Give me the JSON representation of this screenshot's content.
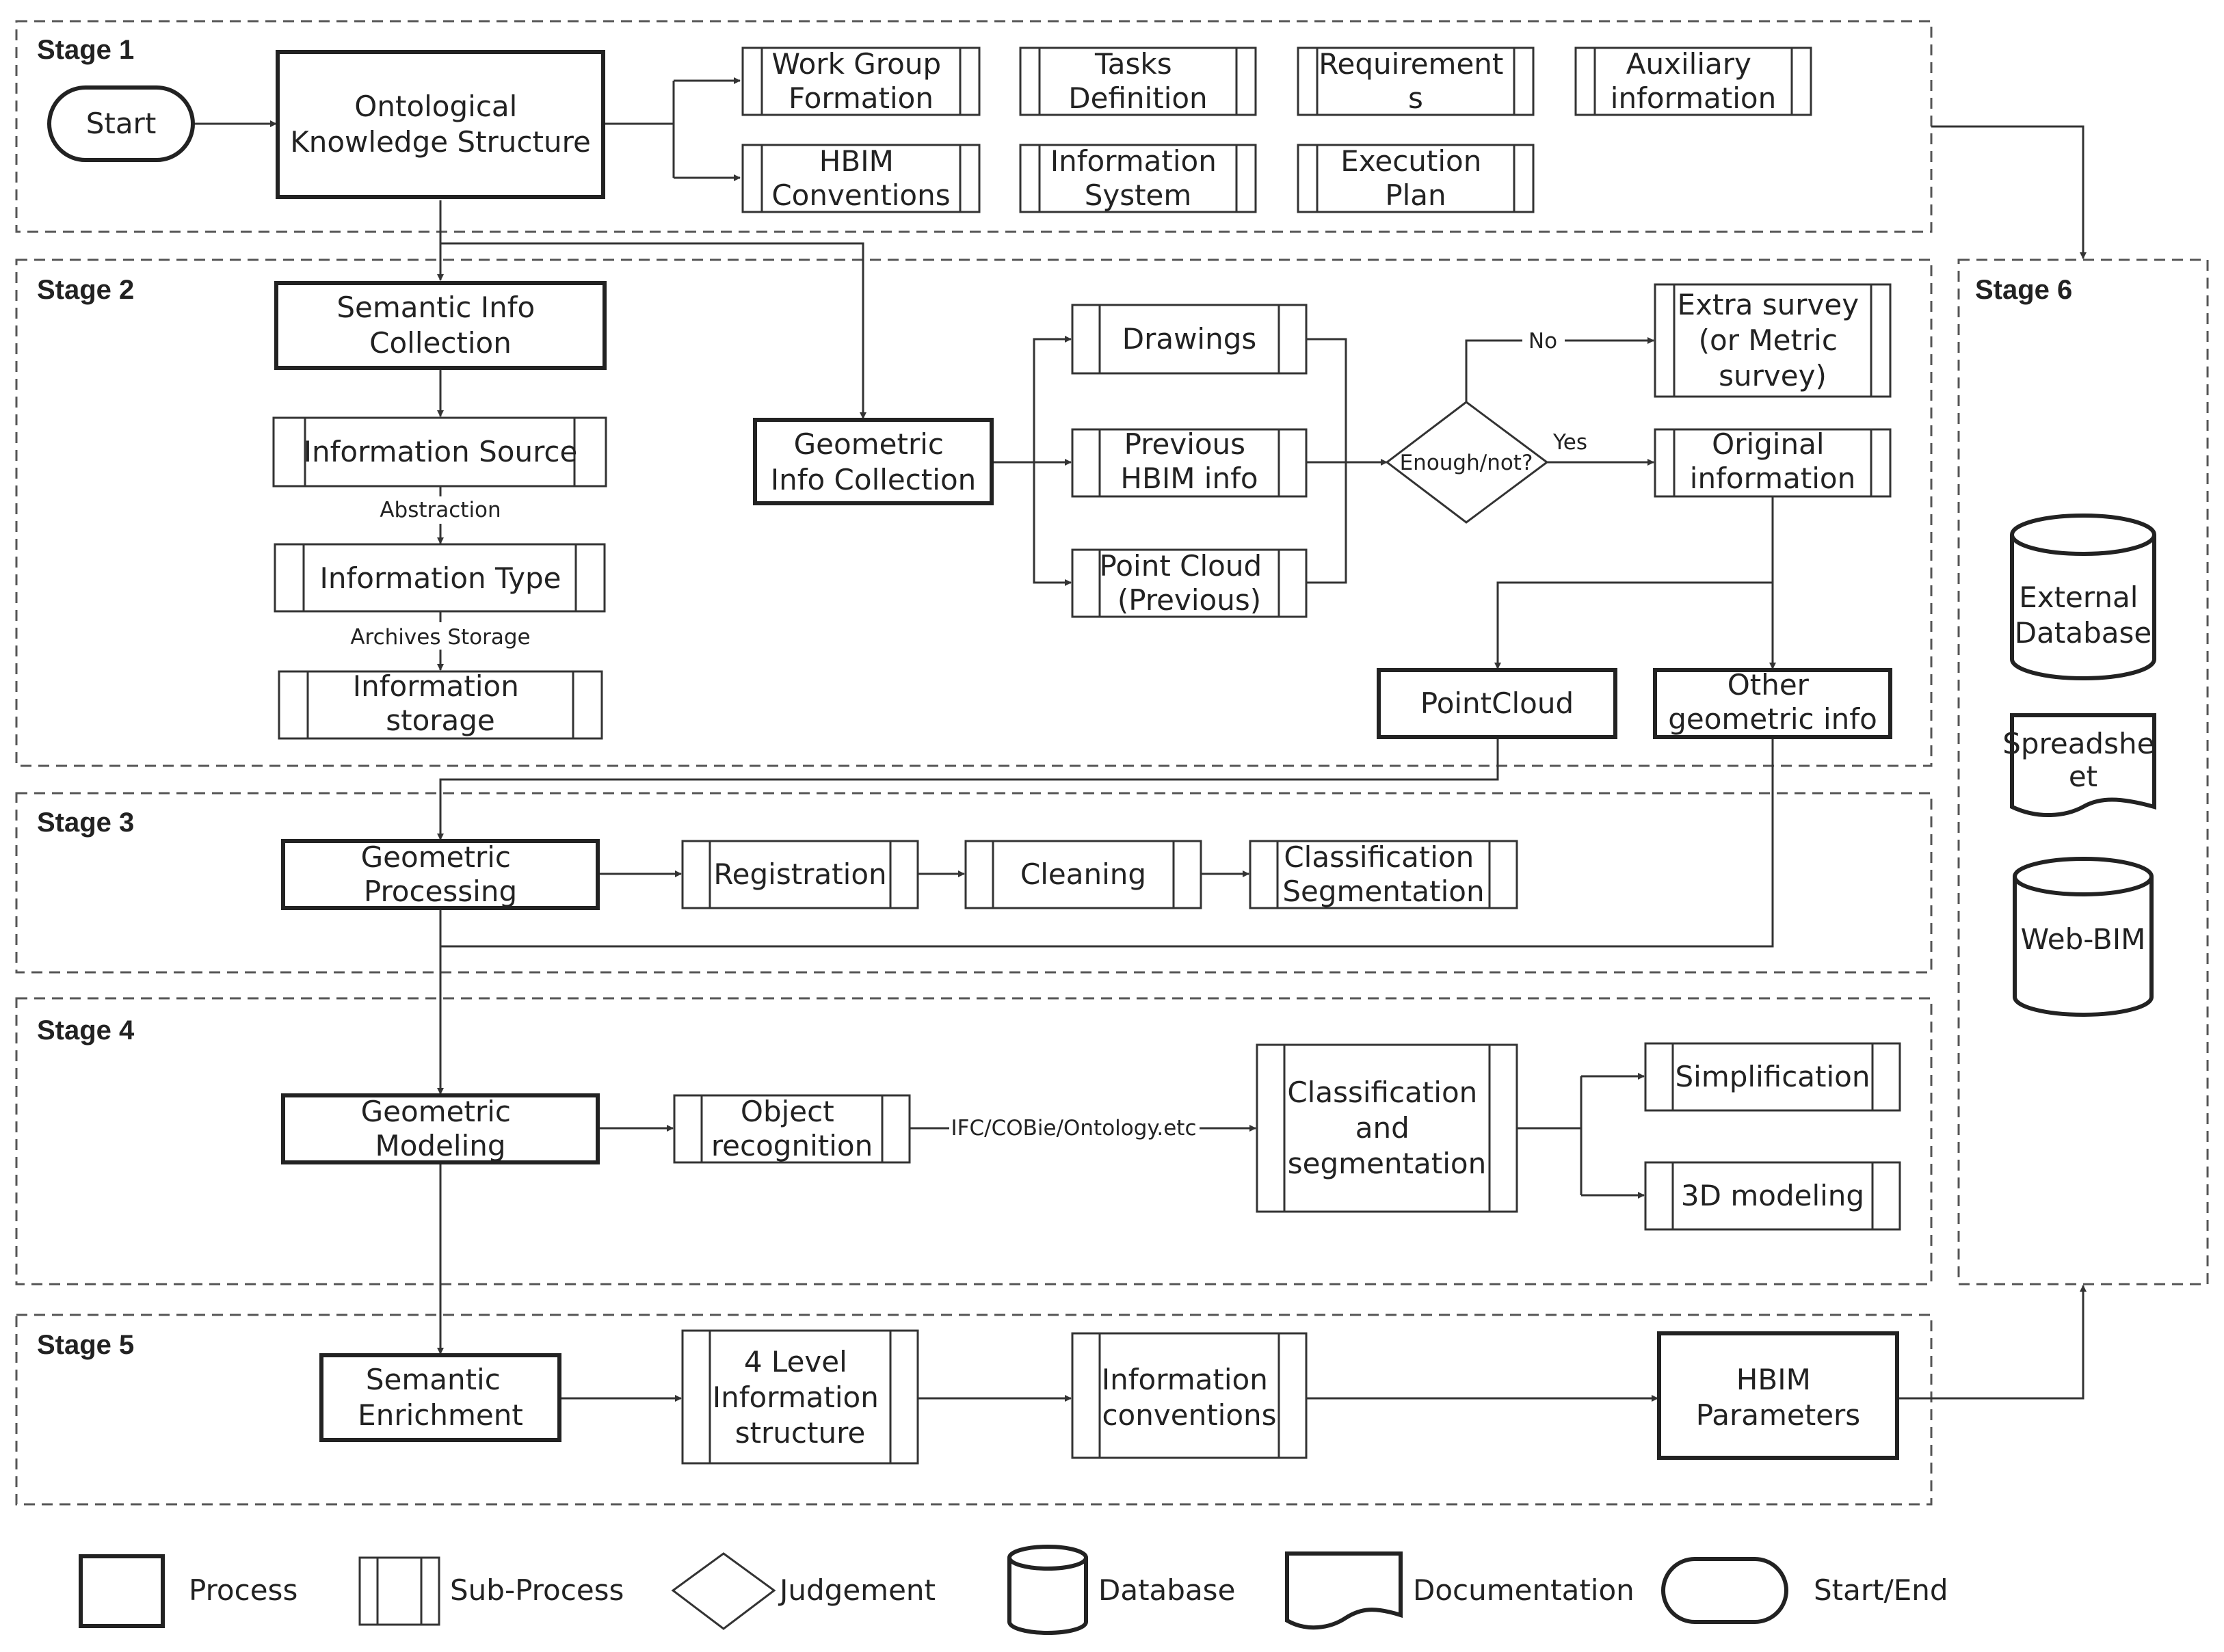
{
  "stages": {
    "s1": "Stage 1",
    "s2": "Stage 2",
    "s3": "Stage 3",
    "s4": "Stage 4",
    "s5": "Stage 5",
    "s6": "Stage 6"
  },
  "stage1": {
    "start": "Start",
    "ontology": [
      "Ontological",
      "Knowledge Structure"
    ],
    "work_group": [
      "Work Group",
      "Formation"
    ],
    "tasks": [
      "Tasks",
      "Definition"
    ],
    "requirements": [
      "Requirement",
      "s"
    ],
    "auxiliary": [
      "Auxiliary",
      "information"
    ],
    "hbim_conv": [
      "HBIM",
      "Conventions"
    ],
    "info_system": [
      "Information",
      "System"
    ],
    "exec_plan": [
      "Execution",
      "Plan"
    ]
  },
  "stage2": {
    "semantic": [
      "Semantic Info",
      "Collection"
    ],
    "info_source": "Information Source",
    "abstraction": "Abstraction",
    "info_type": "Information Type",
    "archives": "Archives Storage",
    "info_storage": [
      "Information",
      "storage"
    ],
    "geometric": [
      "Geometric",
      "Info Collection"
    ],
    "drawings": "Drawings",
    "previous_hbim": [
      "Previous",
      "HBIM info"
    ],
    "point_cloud_prev": [
      "Point Cloud",
      "(Previous)"
    ],
    "enough": "Enough/not?",
    "no": "No",
    "yes": "Yes",
    "extra_survey": [
      "Extra survey",
      "(or Metric",
      "survey)"
    ],
    "original": [
      "Original",
      "information"
    ],
    "pointcloud": "PointCloud",
    "other_geo": [
      "Other",
      "geometric info"
    ]
  },
  "stage3": {
    "geo_processing": [
      "Geometric",
      "Processing"
    ],
    "registration": "Registration",
    "cleaning": "Cleaning",
    "class_seg": [
      "Classification",
      "Segmentation"
    ]
  },
  "stage4": {
    "geo_modeling": [
      "Geometric",
      "Modeling"
    ],
    "object_recog": [
      "Object",
      "recognition"
    ],
    "ifc": "IFC/COBie/Ontology.etc",
    "class_and_seg": [
      "Classification",
      "and",
      "segmentation"
    ],
    "simplification": "Simplification",
    "modeling3d": "3D modeling"
  },
  "stage5": {
    "semantic_enrich": [
      "Semantic",
      "Enrichment"
    ],
    "four_level": [
      "4 Level",
      "Information",
      "structure"
    ],
    "info_conv": [
      "Information",
      "conventions"
    ],
    "hbim_params": [
      "HBIM",
      "Parameters"
    ]
  },
  "stage6": {
    "external_db": [
      "External",
      "Database"
    ],
    "spreadsheet": [
      "Spreadshe",
      "et"
    ],
    "webbim": "Web-BIM"
  },
  "legend": {
    "process": "Process",
    "subprocess": "Sub-Process",
    "judgement": "Judgement",
    "database": "Database",
    "documentation": "Documentation",
    "startend": "Start/End"
  }
}
